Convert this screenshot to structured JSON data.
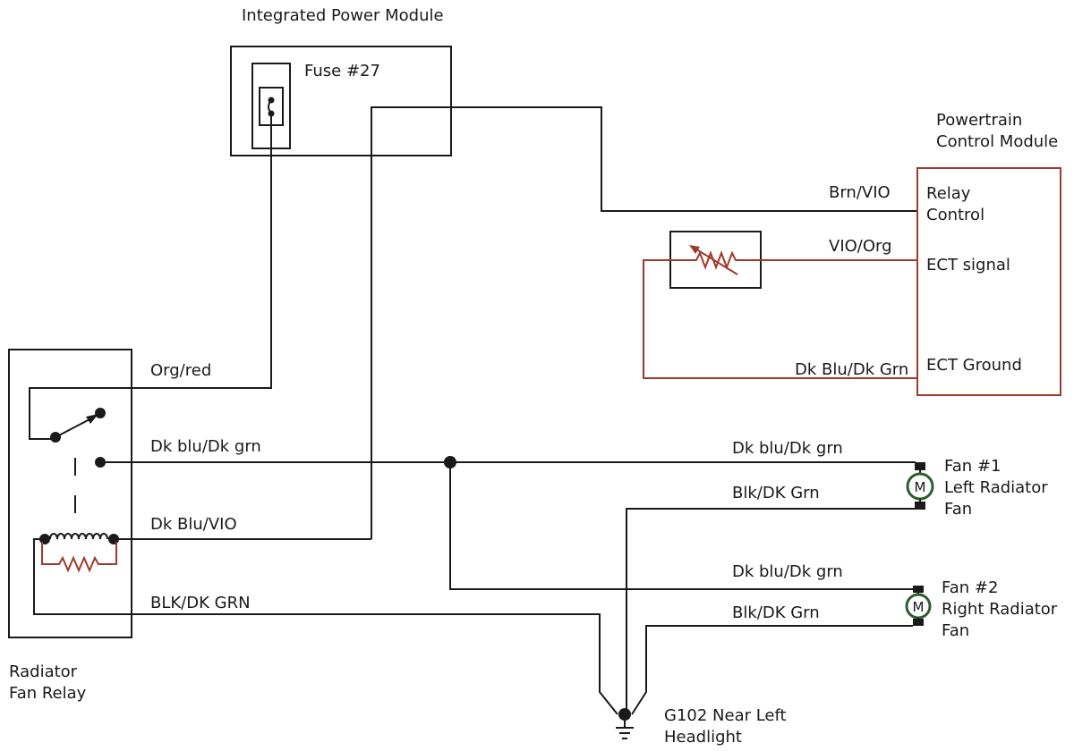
{
  "components": {
    "ipm": {
      "title": "Integrated Power Module",
      "fuse_label": "Fuse #27"
    },
    "pcm": {
      "title_line1": "Powertrain",
      "title_line2": "Control Module",
      "relay_control_line1": "Relay",
      "relay_control_line2": "Control",
      "ect_signal": "ECT signal",
      "ect_ground": "ECT Ground"
    },
    "relay": {
      "title_line1": "Radiator",
      "title_line2": "Fan Relay"
    },
    "fan1": {
      "line1": "Fan #1",
      "line2": "Left Radiator",
      "line3": "Fan",
      "motor_symbol": "M"
    },
    "fan2": {
      "line1": "Fan #2",
      "line2": "Right Radiator",
      "line3": "Fan",
      "motor_symbol": "M"
    },
    "ground": {
      "line1": "G102 Near Left",
      "line2": "Headlight"
    }
  },
  "wires": {
    "brn_vio": "Brn/VIO",
    "vio_org": "VIO/Org",
    "dk_blu_dk_grn_ect": "Dk Blu/Dk Grn",
    "org_red": "Org/red",
    "dk_blu_dk_grn_relay": "Dk blu/Dk grn",
    "dk_blu_vio": "Dk Blu/VIO",
    "blk_dk_grn_relay": "BLK/DK GRN",
    "dk_blu_dk_grn_fan1": "Dk blu/Dk grn",
    "blk_dk_grn_fan1": "Blk/DK Grn",
    "dk_blu_dk_grn_fan2": "Dk blu/Dk grn",
    "blk_dk_grn_fan2": "Blk/DK Grn"
  },
  "colors": {
    "wire": "#1a1a1a",
    "ect_circuit": "#a0392b",
    "motor": "#2e5e2e"
  }
}
